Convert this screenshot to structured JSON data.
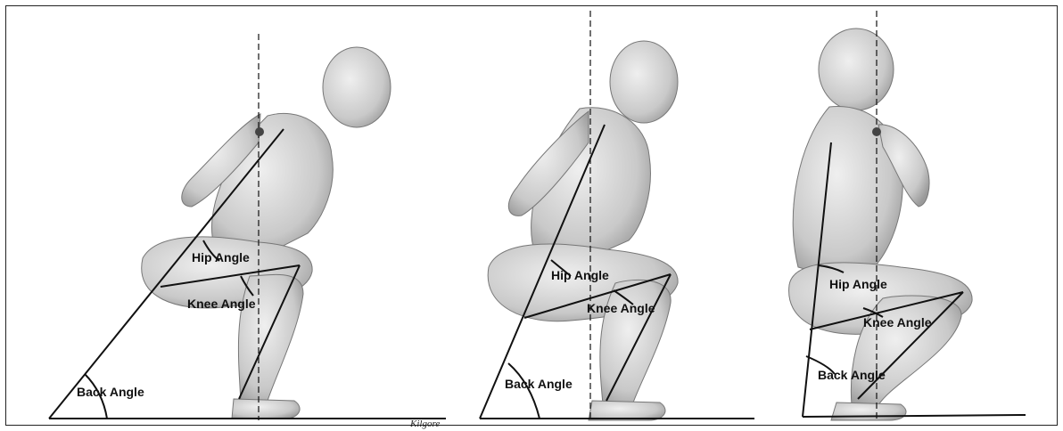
{
  "figures": [
    {
      "hip_label": "Hip Angle",
      "knee_label": "Knee Angle",
      "back_label": "Back Angle"
    },
    {
      "hip_label": "Hip Angle",
      "knee_label": "Knee Angle",
      "back_label": "Back Angle"
    },
    {
      "hip_label": "Hip Angle",
      "knee_label": "Knee Angle",
      "back_label": "Back Angle"
    }
  ],
  "signature": "Kilgore",
  "colors": {
    "line": "#111111",
    "body_fill": "#d6d6d6",
    "body_shade": "#a8a8a8",
    "ground": "#222222"
  }
}
